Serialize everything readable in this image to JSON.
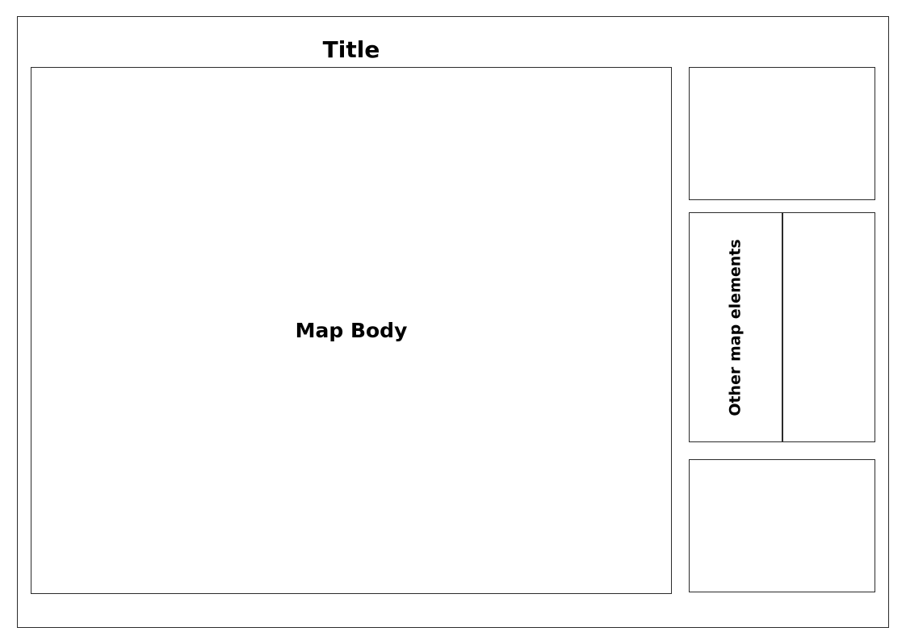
{
  "page": {
    "title": "Title",
    "background_color": "#ffffff",
    "border_color": "#2b2b2b"
  },
  "map_body": {
    "label": "Map Body"
  },
  "side_panels": [
    {
      "name": "top-panel",
      "label": "",
      "cells": []
    },
    {
      "name": "middle-panel",
      "label": "Other map elements",
      "cells": [
        {
          "label": "Other map elements",
          "orientation": "vertical"
        },
        {
          "label": "",
          "orientation": "horizontal"
        }
      ]
    },
    {
      "name": "bottom-panel",
      "label": "",
      "cells": []
    }
  ]
}
